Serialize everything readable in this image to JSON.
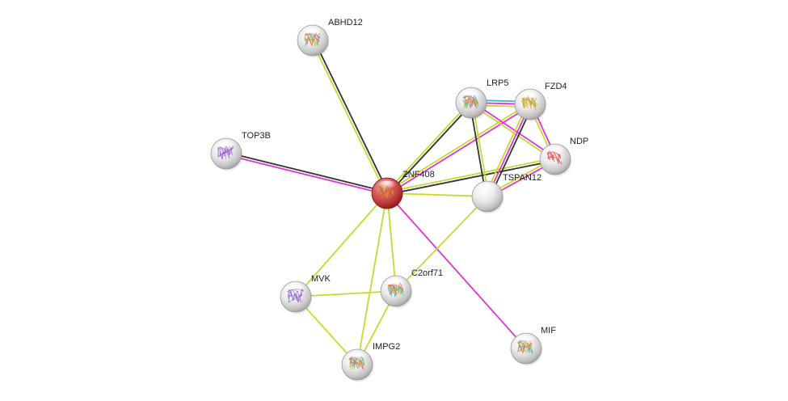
{
  "network": {
    "colors": {
      "textmining": "#c7d92e",
      "coexpression": "#333333",
      "experiments": "#e234d6",
      "database": "#3bb6d6",
      "center_node": "#c94444",
      "node": "#e8e8e8"
    },
    "nodes": [
      {
        "id": "ZNF408",
        "label": "ZNF408",
        "center": true,
        "structure_icon": "protein-structure-red"
      },
      {
        "id": "ABHD12",
        "label": "ABHD12",
        "structure_icon": "protein-structure-rainbow"
      },
      {
        "id": "LRP5",
        "label": "LRP5",
        "structure_icon": "protein-structure-rainbow"
      },
      {
        "id": "FZD4",
        "label": "FZD4",
        "structure_icon": "protein-structure-yellow"
      },
      {
        "id": "NDP",
        "label": "NDP",
        "structure_icon": "protein-structure-red-line"
      },
      {
        "id": "TSPAN12",
        "label": "TSPAN12",
        "structure_icon": "none"
      },
      {
        "id": "TOP3B",
        "label": "TOP3B",
        "structure_icon": "protein-structure-purple"
      },
      {
        "id": "MVK",
        "label": "MVK",
        "structure_icon": "protein-structure-purple"
      },
      {
        "id": "C2orf71",
        "label": "C2orf71",
        "structure_icon": "protein-structure-rainbow"
      },
      {
        "id": "IMPG2",
        "label": "IMPG2",
        "structure_icon": "protein-structure-rainbow"
      },
      {
        "id": "MIF",
        "label": "MIF",
        "structure_icon": "protein-structure-rainbow"
      }
    ],
    "edges": [
      {
        "source": "ZNF408",
        "target": "ABHD12",
        "evidence": [
          "textmining",
          "coexpression"
        ]
      },
      {
        "source": "ZNF408",
        "target": "TOP3B",
        "evidence": [
          "experiments",
          "coexpression"
        ]
      },
      {
        "source": "ZNF408",
        "target": "LRP5",
        "evidence": [
          "textmining",
          "coexpression"
        ]
      },
      {
        "source": "ZNF408",
        "target": "FZD4",
        "evidence": [
          "textmining",
          "experiments"
        ]
      },
      {
        "source": "ZNF408",
        "target": "NDP",
        "evidence": [
          "textmining",
          "coexpression"
        ]
      },
      {
        "source": "ZNF408",
        "target": "TSPAN12",
        "evidence": [
          "textmining"
        ]
      },
      {
        "source": "ZNF408",
        "target": "MVK",
        "evidence": [
          "textmining"
        ]
      },
      {
        "source": "ZNF408",
        "target": "C2orf71",
        "evidence": [
          "textmining"
        ]
      },
      {
        "source": "ZNF408",
        "target": "IMPG2",
        "evidence": [
          "textmining"
        ]
      },
      {
        "source": "ZNF408",
        "target": "MIF",
        "evidence": [
          "experiments"
        ]
      },
      {
        "source": "LRP5",
        "target": "FZD4",
        "evidence": [
          "database",
          "experiments",
          "textmining"
        ]
      },
      {
        "source": "LRP5",
        "target": "NDP",
        "evidence": [
          "experiments",
          "textmining"
        ]
      },
      {
        "source": "LRP5",
        "target": "TSPAN12",
        "evidence": [
          "textmining",
          "coexpression"
        ]
      },
      {
        "source": "FZD4",
        "target": "NDP",
        "evidence": [
          "experiments",
          "textmining"
        ]
      },
      {
        "source": "FZD4",
        "target": "TSPAN12",
        "evidence": [
          "coexpression",
          "experiments",
          "textmining"
        ]
      },
      {
        "source": "NDP",
        "target": "TSPAN12",
        "evidence": [
          "experiments",
          "textmining"
        ]
      },
      {
        "source": "TSPAN12",
        "target": "C2orf71",
        "evidence": [
          "textmining"
        ]
      },
      {
        "source": "MVK",
        "target": "C2orf71",
        "evidence": [
          "textmining"
        ]
      },
      {
        "source": "MVK",
        "target": "IMPG2",
        "evidence": [
          "textmining"
        ]
      },
      {
        "source": "C2orf71",
        "target": "IMPG2",
        "evidence": [
          "textmining"
        ]
      }
    ]
  }
}
